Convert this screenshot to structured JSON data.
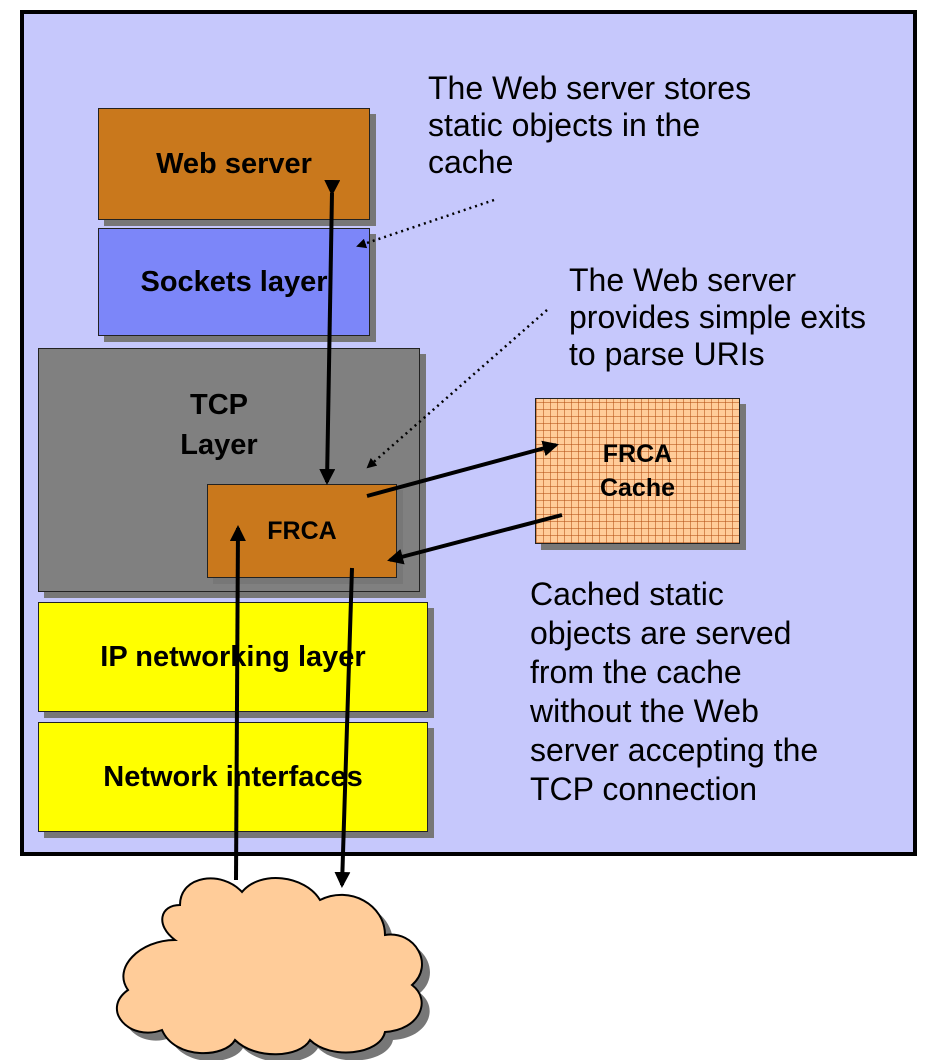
{
  "colors": {
    "panel": "#c6c8fc",
    "web_server": "#c9781c",
    "sockets": "#7c86f9",
    "tcp": "#808080",
    "frca": "#c9781c",
    "network_layers": "#ffff00",
    "cloud": "#ffcc99"
  },
  "layers": {
    "web_server": "Web server",
    "sockets": "Sockets layer",
    "tcp": "TCP\nLayer",
    "frca": "FRCA",
    "ip": "IP networking layer",
    "netif": "Network interfaces"
  },
  "cache": {
    "label": "FRCA\nCache"
  },
  "annotations": {
    "stores": "The Web server stores\nstatic objects in the\ncache",
    "exits": "The Web server\nprovides simple exits\nto parse URIs",
    "served": "Cached static\nobjects are served\nfrom the cache\nwithout the Web\nserver accepting the\nTCP connection"
  },
  "icons": {
    "network": "cloud-icon",
    "flows": "arrow-icon"
  }
}
